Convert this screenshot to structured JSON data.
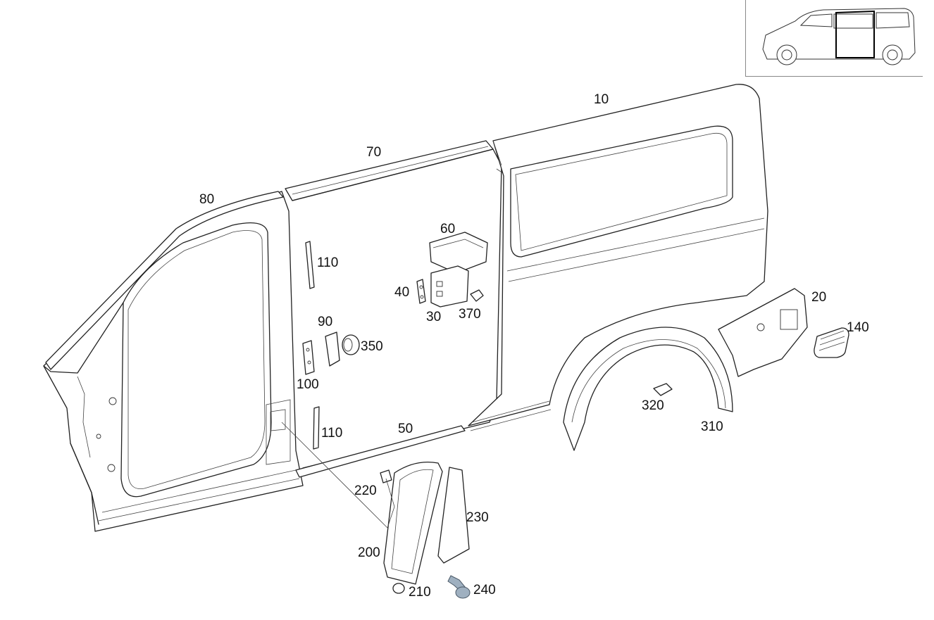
{
  "callouts": {
    "p10": "10",
    "p20": "20",
    "p30": "30",
    "p40": "40",
    "p50": "50",
    "p60": "60",
    "p70": "70",
    "p80": "80",
    "p90": "90",
    "p100": "100",
    "p110a": "110",
    "p110b": "110",
    "p140": "140",
    "p200": "200",
    "p210": "210",
    "p220": "220",
    "p230": "230",
    "p240": "240",
    "p310": "310",
    "p320": "320",
    "p350": "350",
    "p370": "370"
  },
  "colors": {
    "line": "#222222",
    "fastener": "#9fb0c0",
    "highlight": "#000000"
  },
  "inset": {
    "icon": "van-side-view-icon"
  }
}
